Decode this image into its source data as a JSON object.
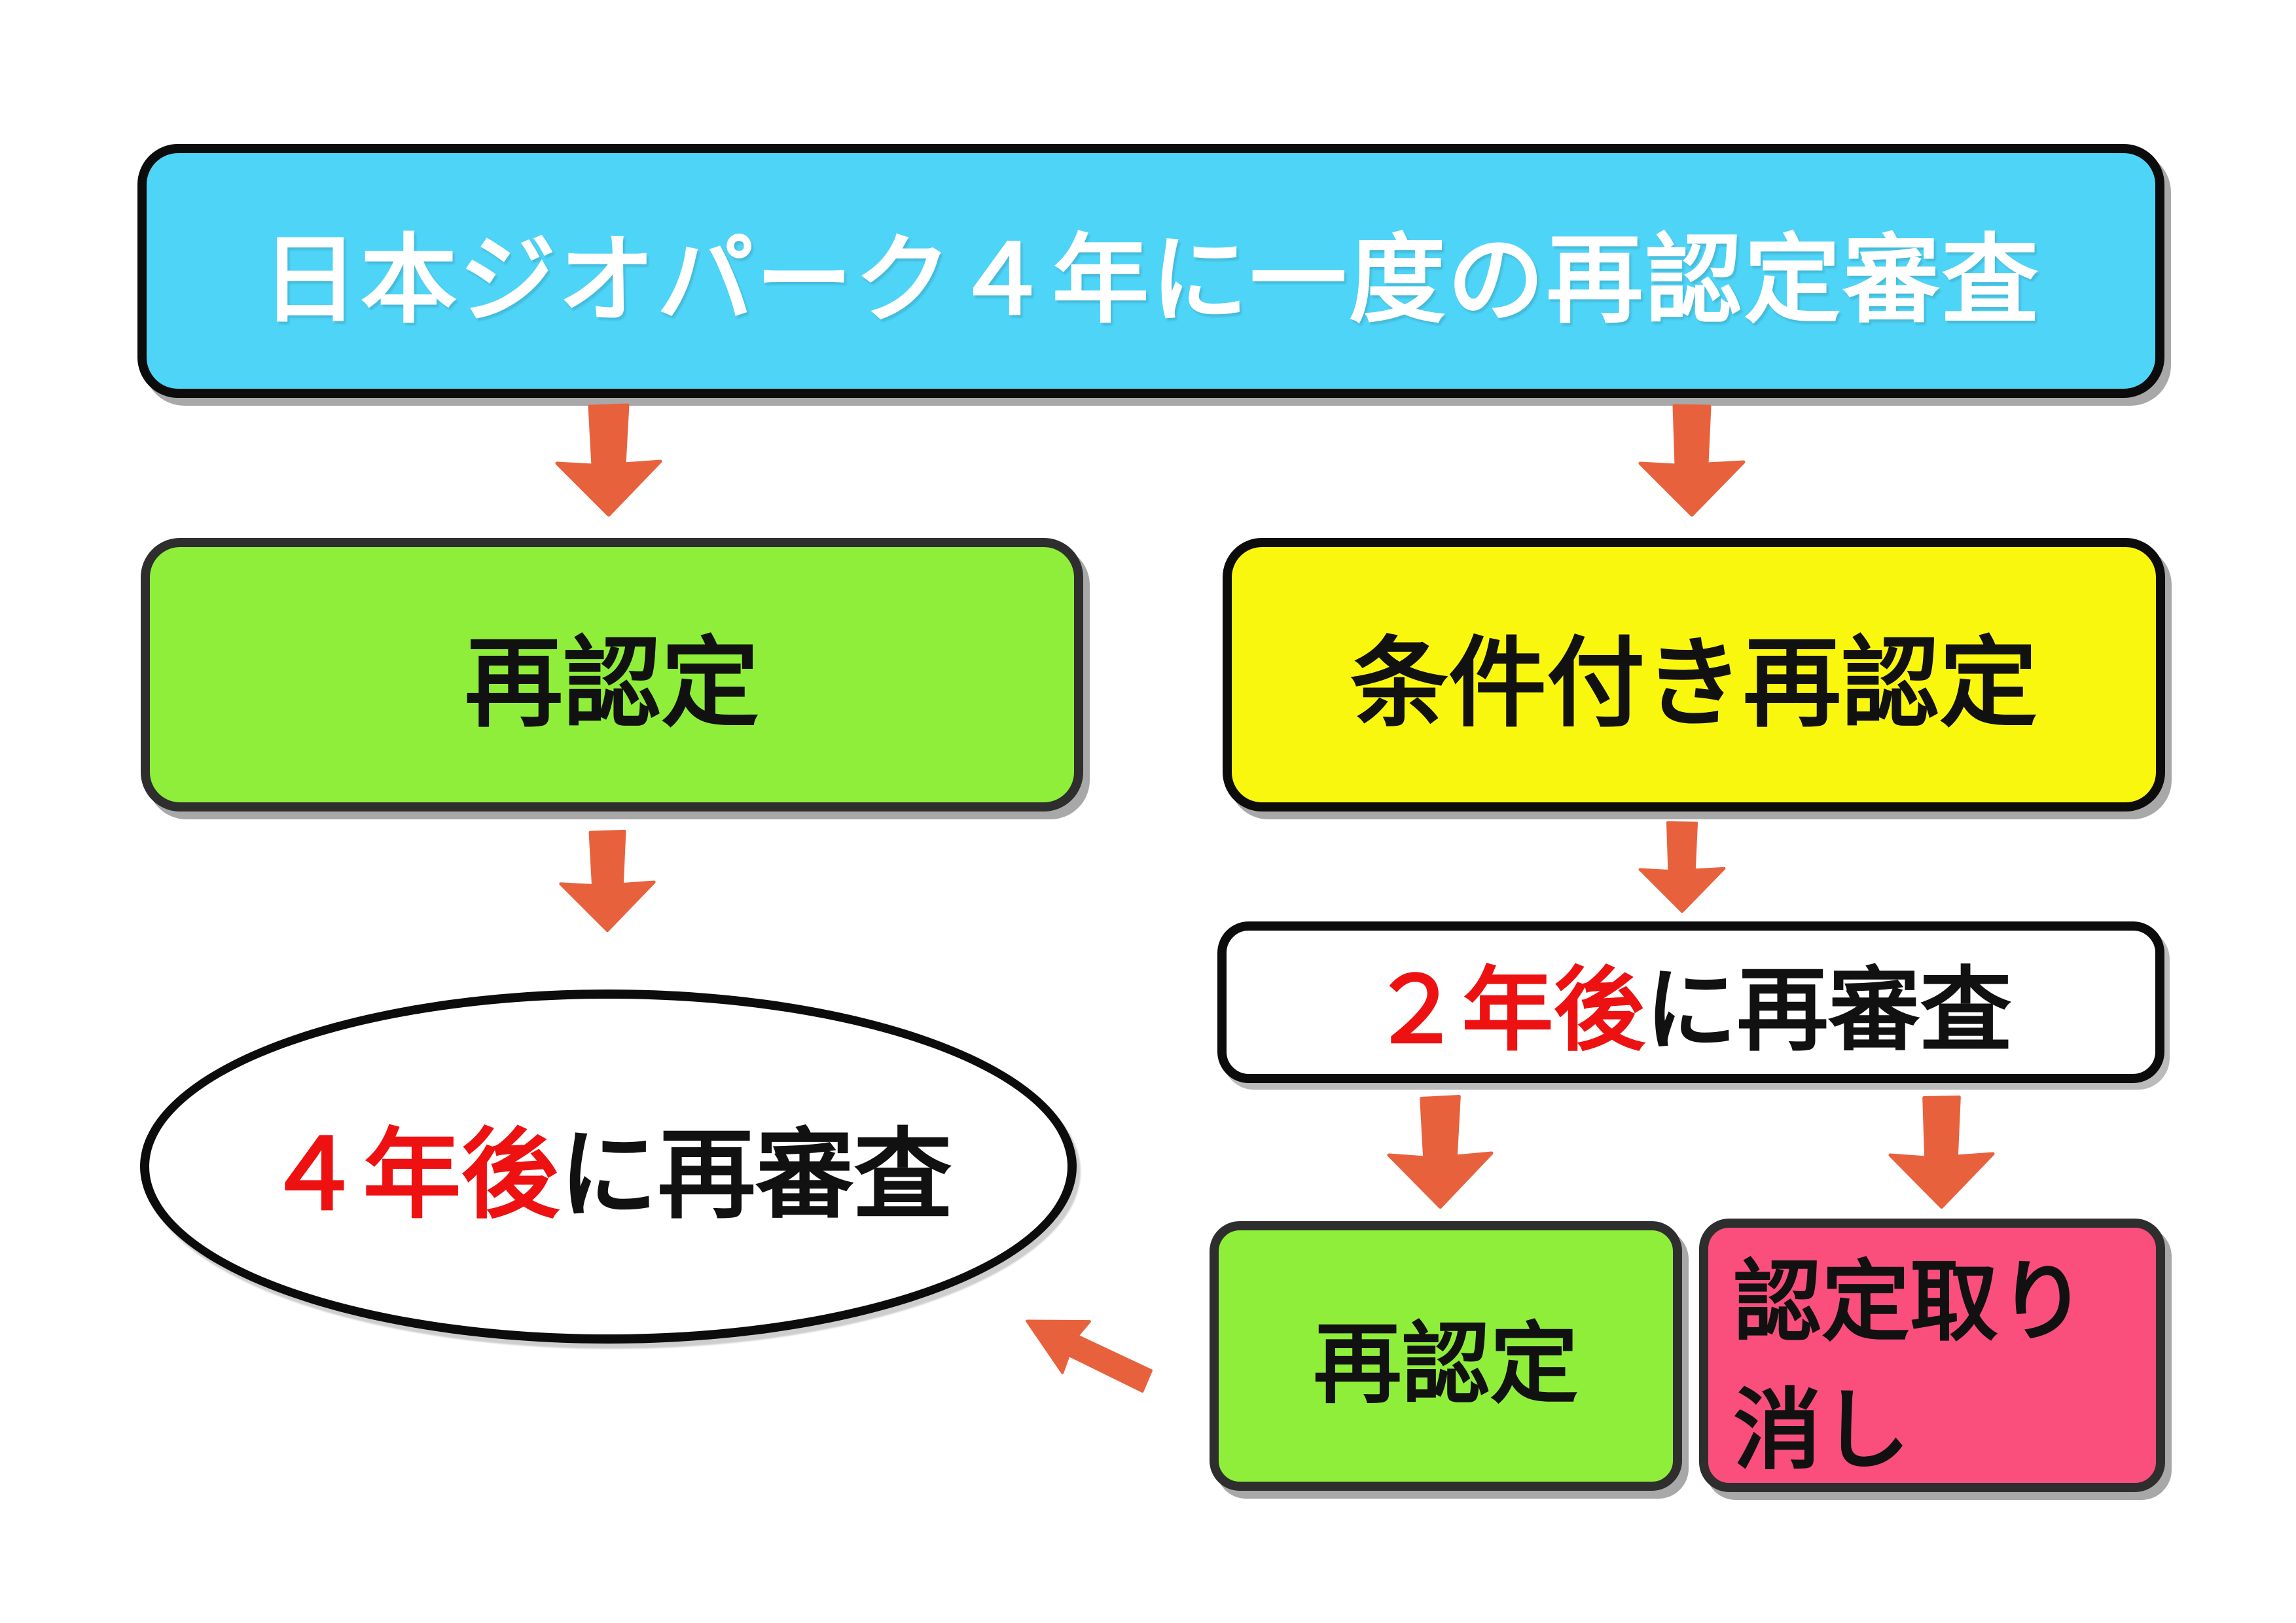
{
  "diagram": {
    "background": "#ffffff",
    "arrow_color": "#e8613d",
    "nodes": {
      "title": {
        "text": "日本ジオパーク４年に一度の再認定審査",
        "fill": "#4ed4f7",
        "text_color": "#ffffff"
      },
      "recertified": {
        "text": "再認定",
        "fill": "#8fee3a",
        "text_color": "#111111"
      },
      "conditional": {
        "text": "条件付き再認定",
        "fill": "#faf70f",
        "text_color": "#111111"
      },
      "four_year_review": {
        "highlight_text": "４年後",
        "rest_text": "に再審査",
        "highlight_color": "#ee1111",
        "fill": "#ffffff"
      },
      "two_year_review": {
        "highlight_text": "２年後",
        "rest_text": "に再審査",
        "highlight_color": "#ee1111",
        "fill": "#ffffff"
      },
      "recertified_small": {
        "text": "再認定",
        "fill": "#8fee3a",
        "text_color": "#111111"
      },
      "revoked": {
        "line1": "認定取り",
        "line2": "消し",
        "fill": "#fa4e7d",
        "text_color": "#111111"
      }
    }
  }
}
